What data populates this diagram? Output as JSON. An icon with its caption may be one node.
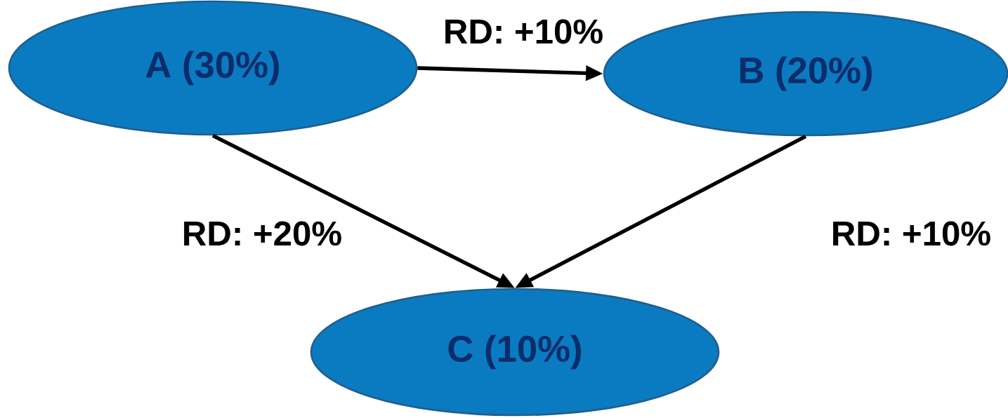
{
  "diagram": {
    "nodes": [
      {
        "text": [
          "A (30%)"
        ]
      },
      {
        "text": [
          "B (20%)"
        ]
      },
      {
        "text": [
          "C (10%)"
        ]
      }
    ],
    "edges": [
      {
        "from": 0,
        "to": 1,
        "arrow": "to",
        "label": "RD: +10%"
      },
      {
        "from": 0,
        "to": 2,
        "arrow": "to",
        "label": "RD: +20%"
      },
      {
        "from": 1,
        "to": 2,
        "arrow": "to",
        "label": "RD: +10%"
      }
    ]
  }
}
